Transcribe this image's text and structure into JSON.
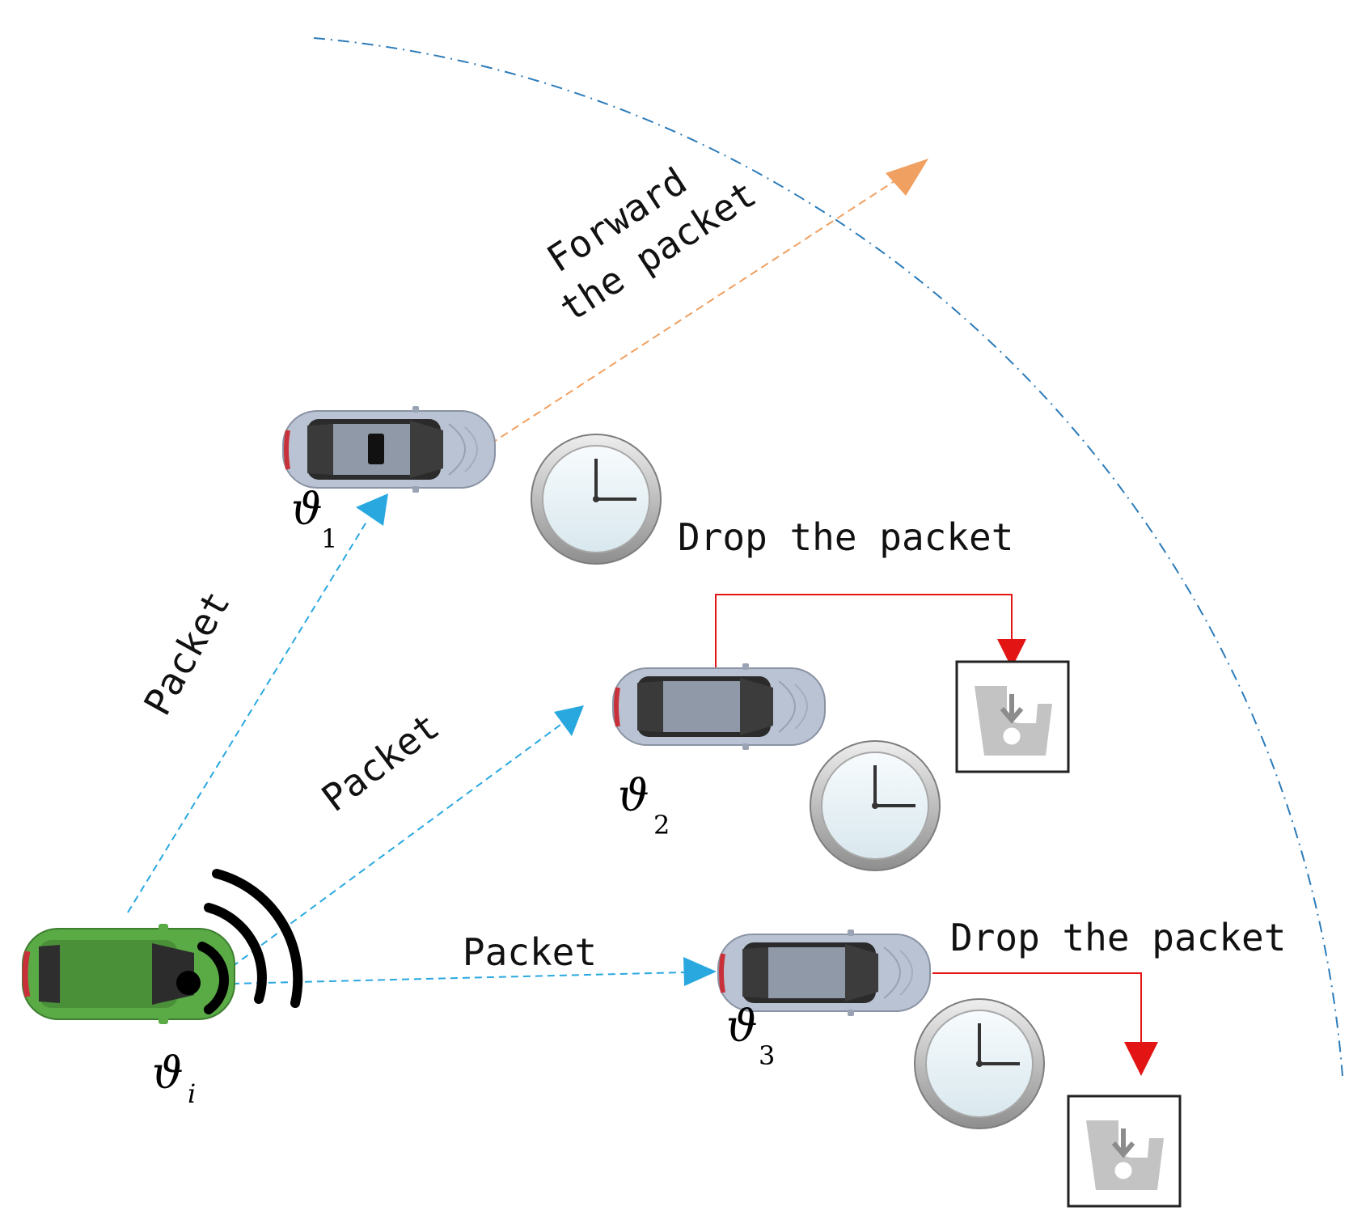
{
  "labels": {
    "forward_line1": "Forward",
    "forward_line2": "the packet",
    "drop_1": "Drop the packet",
    "drop_2": "Drop the packet",
    "packet_1": "Packet",
    "packet_2": "Packet",
    "packet_3": "Packet"
  },
  "vehicles": {
    "source": {
      "symbol": "ϑ",
      "subscript": "i",
      "color": "#5aaa46"
    },
    "v1": {
      "symbol": "ϑ",
      "subscript": "1",
      "color": "#b9c3d3"
    },
    "v2": {
      "symbol": "ϑ",
      "subscript": "2",
      "color": "#b9c3d3"
    },
    "v3": {
      "symbol": "ϑ",
      "subscript": "3",
      "color": "#b9c3d3"
    }
  },
  "colors": {
    "packet_arrow": "#29a8e0",
    "forward_arrow": "#f0a060",
    "drop_arrow": "#e31414",
    "range_arc": "#2b7bb9"
  },
  "icons": {
    "signal": "wireless-signal-icon",
    "timer": "clock-icon",
    "drop": "trash-bin-icon"
  }
}
